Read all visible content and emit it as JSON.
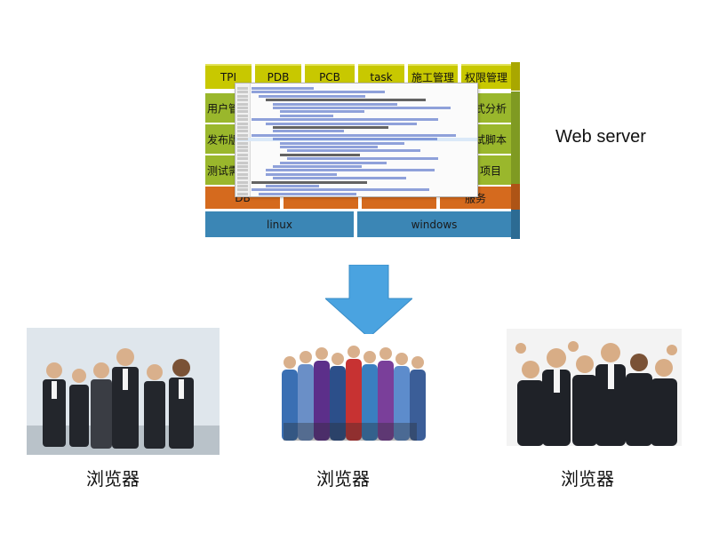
{
  "server": {
    "label": "Web server",
    "top_row": [
      "TPI",
      "PDB",
      "PCB",
      "task",
      "施工管理",
      "权限管理"
    ],
    "left_labels": [
      "用户管",
      "发布版",
      "测试需"
    ],
    "right_labels": [
      "式分析",
      "试脚本",
      "项目"
    ],
    "db_labels": [
      "DB",
      "",
      "",
      "服务"
    ],
    "os_labels": [
      "linux",
      "windows"
    ],
    "colors": {
      "top": "#c8c800",
      "mid": "#9ab72c",
      "db": "#d56a1e",
      "os": "#3b86b5"
    }
  },
  "arrow": {
    "color": "#4aa3e0",
    "direction": "down"
  },
  "clients": [
    {
      "caption": "浏览器"
    },
    {
      "caption": "浏览器"
    },
    {
      "caption": "浏览器"
    }
  ]
}
